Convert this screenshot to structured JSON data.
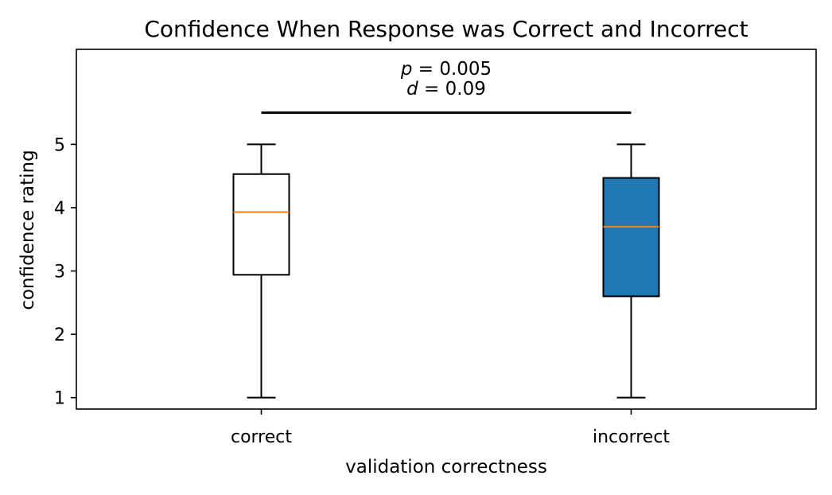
{
  "chart_data": {
    "type": "box",
    "title": "Confidence When Response was Correct and Incorrect",
    "xlabel": "validation correctness",
    "ylabel": "confidence rating",
    "ylim": [
      0.82,
      6.5
    ],
    "yticks": [
      1,
      2,
      3,
      4,
      5
    ],
    "categories": [
      "correct",
      "incorrect"
    ],
    "boxes": [
      {
        "category": "correct",
        "whisker_low": 1,
        "q1": 2.94,
        "median": 3.93,
        "q3": 4.53,
        "whisker_high": 5,
        "fill": "#ffffff"
      },
      {
        "category": "incorrect",
        "whisker_low": 1,
        "q1": 2.6,
        "median": 3.7,
        "q3": 4.47,
        "whisker_high": 5,
        "fill": "#1f77b4"
      }
    ],
    "significance": {
      "from": "correct",
      "to": "incorrect",
      "y": 5.5,
      "p_var": "p",
      "p_text": " = 0.005",
      "d_var": "d",
      "d_text": " = 0.09"
    },
    "median_color": "#ff7f0e",
    "grid": false
  }
}
